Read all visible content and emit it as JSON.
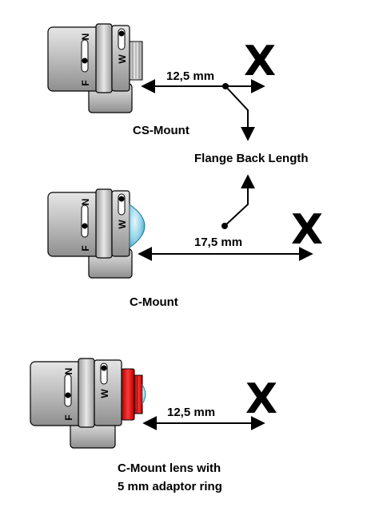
{
  "diagram": {
    "cs_mount": {
      "caption": "CS-Mount",
      "distance_label": "12,5 mm",
      "focus_marker": "X",
      "ring_markings": {
        "near": "N",
        "far": "F",
        "wide": "W"
      }
    },
    "flange_back": {
      "label": "Flange Back Length"
    },
    "c_mount": {
      "caption": "C-Mount",
      "distance_label": "17,5 mm",
      "focus_marker": "X",
      "ring_markings": {
        "near": "N",
        "far": "F",
        "wide": "W"
      }
    },
    "adaptor": {
      "caption_line1": "C-Mount lens with",
      "caption_line2": "5 mm adaptor ring",
      "distance_label": "12,5 mm",
      "focus_marker": "X",
      "ring_markings": {
        "near": "N",
        "far": "F",
        "wide": "W"
      }
    },
    "colors": {
      "body_light": "#c8c8c8",
      "body_dark": "#8a8a8a",
      "glass": "#8fd3e8",
      "adaptor_ring": "#e02020",
      "line": "#000000"
    }
  }
}
